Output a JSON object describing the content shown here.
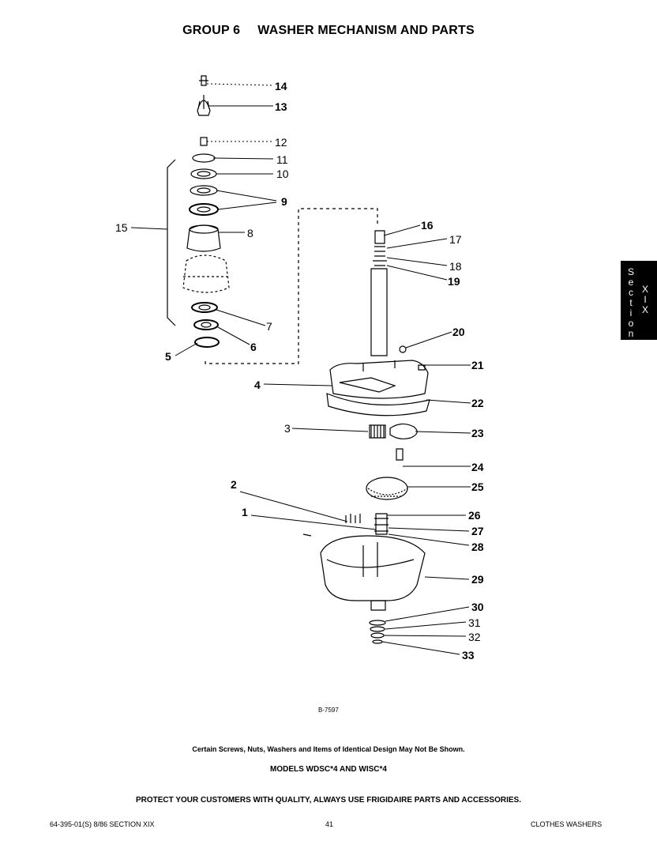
{
  "header": {
    "group": "GROUP 6",
    "title": "WASHER MECHANISM AND PARTS"
  },
  "section_tab": {
    "col1": [
      "S",
      "e",
      "c",
      "t",
      "i",
      "o",
      "n"
    ],
    "col2": [
      "X",
      "I",
      "X"
    ]
  },
  "callouts": [
    "14",
    "13",
    "12",
    "11",
    "10",
    "9",
    "15",
    "8",
    "7",
    "6",
    "5",
    "16",
    "17",
    "18",
    "19",
    "20",
    "21",
    "4",
    "22",
    "3",
    "23",
    "24",
    "25",
    "2",
    "26",
    "1",
    "27",
    "28",
    "29",
    "30",
    "31",
    "32",
    "33"
  ],
  "figure_code": "B-7597",
  "note": "Certain Screws, Nuts, Washers and Items of Identical Design May Not Be Shown.",
  "models": "MODELS WDSC*4 AND WISC*4",
  "slogan": "PROTECT YOUR CUSTOMERS WITH QUALITY, ALWAYS USE FRIGIDAIRE PARTS AND ACCESSORIES.",
  "footer": {
    "doc_number": "64-395-01(S)  8/86  SECTION XIX",
    "page": "41",
    "category": "CLOTHES WASHERS"
  }
}
